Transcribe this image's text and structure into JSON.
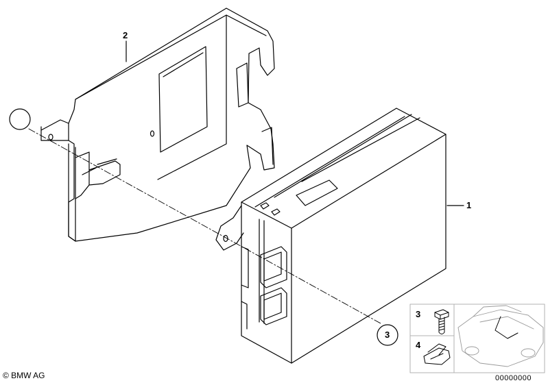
{
  "callouts": {
    "part1": "1",
    "part2": "2",
    "part3_circle": "3",
    "part3_legend": "3",
    "part4_legend": "4"
  },
  "footer": {
    "copyright": "© BMW AG",
    "diagram_code": "00000000"
  },
  "icons": {
    "bracket": "mounting-bracket-icon",
    "module": "control-unit-icon",
    "bolt": "hex-bolt-icon",
    "clip": "spring-clip-icon",
    "car": "car-silhouette-icon"
  },
  "colors": {
    "line": "#000000",
    "car": "#9a9a9a",
    "frame": "#b0b0b0"
  }
}
